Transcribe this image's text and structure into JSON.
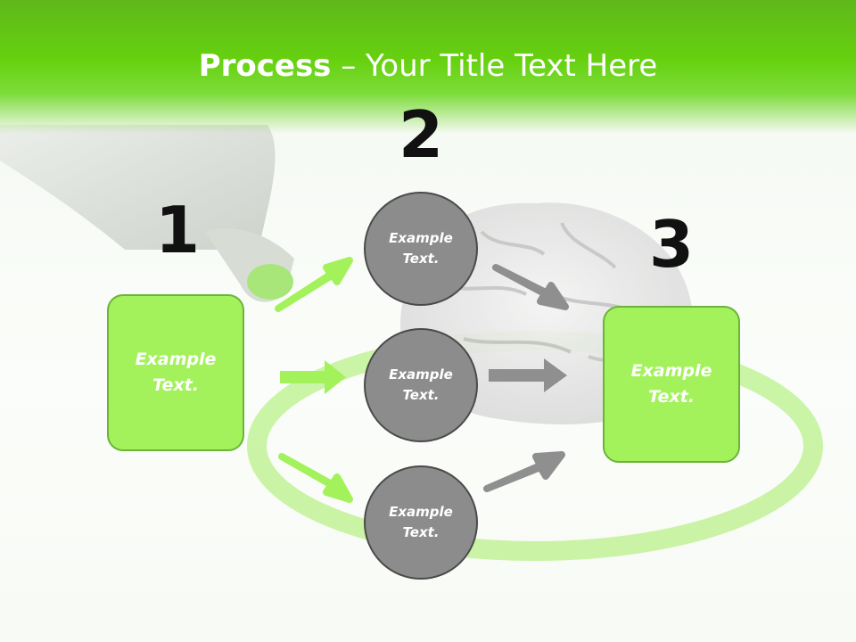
{
  "title": {
    "bold": "Process",
    "rest": " – Your Title Text Here"
  },
  "steps": [
    {
      "number": "1",
      "text": "Example Text."
    },
    {
      "number": "2",
      "items": [
        "Example Text.",
        "Example Text.",
        "Example Text."
      ]
    },
    {
      "number": "3",
      "text": "Example Text."
    }
  ],
  "colors": {
    "accent_green": "#a3f25c",
    "header_green": "#66d10f",
    "circle_gray": "#8c8c8c",
    "arrow_gray": "#8f8f8f"
  }
}
